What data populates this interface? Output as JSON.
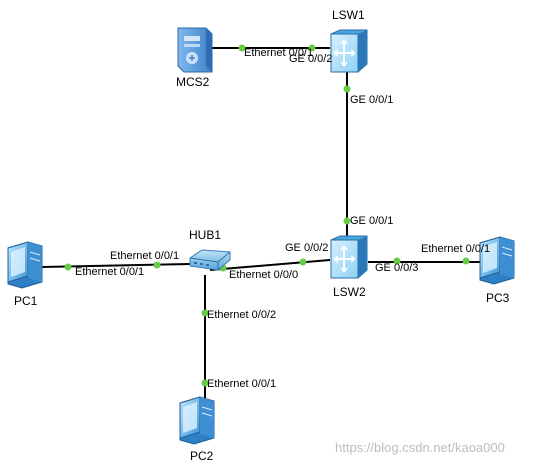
{
  "devices": {
    "mcs2": "MCS2",
    "lsw1": "LSW1",
    "lsw2": "LSW2",
    "hub1": "HUB1",
    "pc1": "PC1",
    "pc2": "PC2",
    "pc3": "PC3"
  },
  "links": {
    "mcs2_lsw1": {
      "a_port": "Ethernet 0/0/1",
      "b_port": "GE 0/0/2"
    },
    "lsw1_lsw2": {
      "a_port": "GE 0/0/1",
      "b_port": "GE 0/0/1"
    },
    "hub1_lsw2": {
      "a_port": "Ethernet 0/0/0",
      "b_port": "GE 0/0/2"
    },
    "pc1_hub1": {
      "a_port": "Ethernet 0/0/1",
      "b_port": "Ethernet 0/0/1"
    },
    "hub1_pc2": {
      "a_port": "Ethernet 0/0/2",
      "b_port": "Ethernet 0/0/1"
    },
    "lsw2_pc3": {
      "a_port": "GE 0/0/3",
      "b_port": "Ethernet 0/0/1"
    }
  },
  "watermark": "https://blog.csdn.net/kaoa000",
  "colors": {
    "port_dot": "#66cc44",
    "switch_blue": "#3a9fd6",
    "server_blue": "#4a8fd0",
    "pc_blue": "#2f7fc4"
  }
}
